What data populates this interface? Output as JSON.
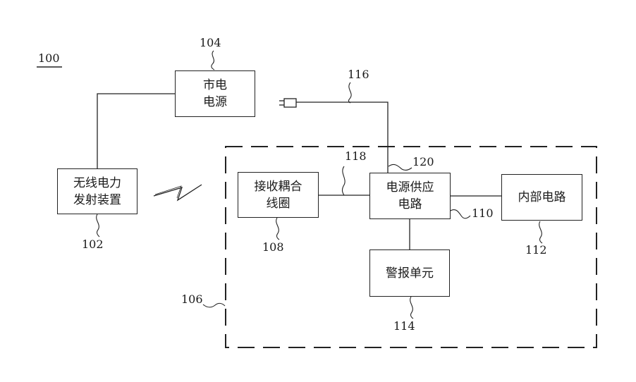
{
  "figure": {
    "label": "100",
    "blocks": {
      "mains_power": {
        "ref": "104",
        "lines": [
          "市电",
          "电源"
        ]
      },
      "wireless_transmitter": {
        "ref": "102",
        "lines": [
          "无线电力",
          "发射装置"
        ]
      },
      "receiver_coil": {
        "ref": "108",
        "lines": [
          "接收耦合",
          "线圈"
        ]
      },
      "power_supply_circuit": {
        "ref": "110",
        "lines": [
          "电源供应",
          "电路"
        ]
      },
      "internal_circuit": {
        "ref": "112",
        "lines": [
          "内部电路"
        ]
      },
      "alarm_unit": {
        "ref": "114",
        "lines": [
          "警报单元"
        ]
      }
    },
    "device_enclosure_ref": "106",
    "plug_cord_ref": "116",
    "coil_link_ref": "118",
    "supply_input_ref": "120"
  }
}
